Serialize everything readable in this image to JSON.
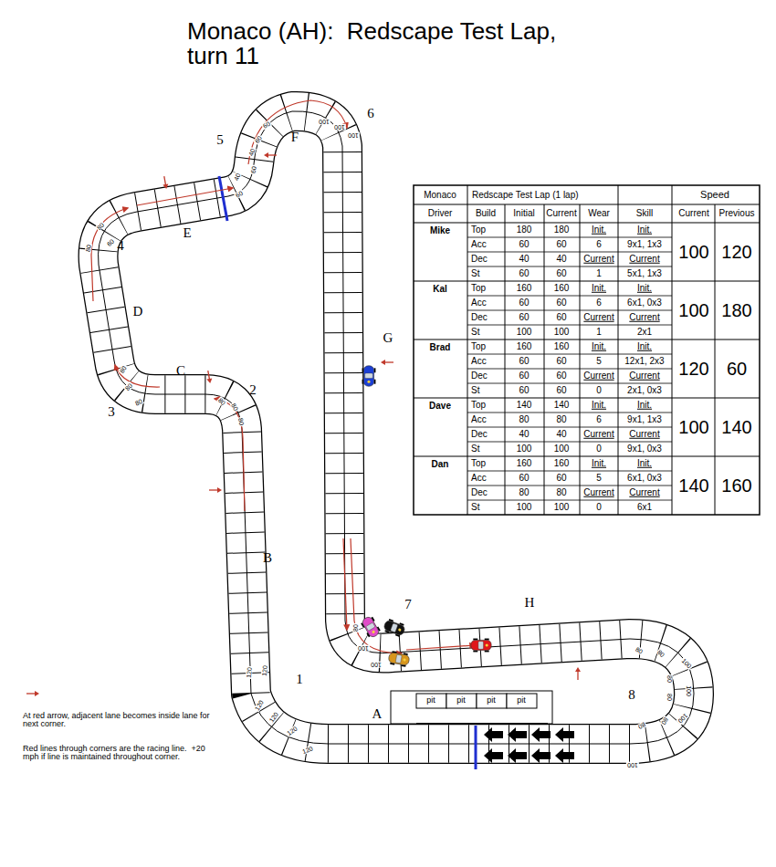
{
  "diagram": {
    "title": "Monaco (AH):  Redscape Test Lap, turn 11",
    "labels": [
      "A",
      "B",
      "C",
      "D",
      "E",
      "F",
      "G",
      "H",
      "1",
      "2",
      "3",
      "4",
      "5",
      "6",
      "7",
      "8",
      "120",
      "120",
      "120",
      "120",
      "120",
      "120",
      "80",
      "80",
      "80",
      "80",
      "80",
      "80",
      "80",
      "80",
      "60",
      "60",
      "60",
      "40",
      "60",
      "40",
      "60",
      "100",
      "100",
      "100",
      "80",
      "100",
      "100",
      "80",
      "80",
      "80",
      "80",
      "80",
      "80",
      "100",
      "100",
      "100",
      "100",
      "pit",
      "pit",
      "pit",
      "pit",
      "Monaco",
      "Redscape Test Lap (1 lap)",
      "Speed",
      "Driver",
      "Build",
      "Initial",
      "Current",
      "Wear",
      "Skill",
      "Current",
      "Previous",
      "Mike",
      "Top",
      "180",
      "180",
      "Init.",
      "Init.",
      "Acc",
      "60",
      "60",
      "6",
      "9x1, 1x3",
      "Dec",
      "40",
      "40",
      "Current",
      "Current",
      "St",
      "60",
      "60",
      "1",
      "5x1, 1x3",
      "100",
      "120",
      "Kal",
      "Top",
      "160",
      "160",
      "Init.",
      "Init.",
      "Acc",
      "60",
      "60",
      "6",
      "6x1, 0x3",
      "Dec",
      "60",
      "60",
      "Current",
      "Current",
      "St",
      "100",
      "100",
      "1",
      "2x1",
      "100",
      "180",
      "Brad",
      "Top",
      "160",
      "160",
      "Init.",
      "Init.",
      "Acc",
      "60",
      "60",
      "5",
      "12x1, 2x3",
      "Dec",
      "60",
      "60",
      "Current",
      "Current",
      "St",
      "60",
      "60",
      "0",
      "2x1, 0x3",
      "120",
      "60",
      "Dave",
      "Top",
      "140",
      "140",
      "Init.",
      "Init.",
      "Acc",
      "80",
      "80",
      "6",
      "9x1, 1x3",
      "Dec",
      "40",
      "40",
      "Current",
      "Current",
      "St",
      "100",
      "100",
      "0",
      "9x1, 0x3",
      "100",
      "140",
      "Dan",
      "Top",
      "160",
      "160",
      "Init.",
      "Init.",
      "Acc",
      "60",
      "60",
      "5",
      "6x1, 0x3",
      "Dec",
      "80",
      "80",
      "Current",
      "Current",
      "St",
      "100",
      "100",
      "0",
      "6x1",
      "140",
      "160",
      "Red lines through corners are the racing line.  +20 mph if line is maintained throughout corner."
    ],
    "legend": [
      {
        "text": "At red arrow, adjacent lane becomes inside lane for next corner."
      }
    ]
  }
}
